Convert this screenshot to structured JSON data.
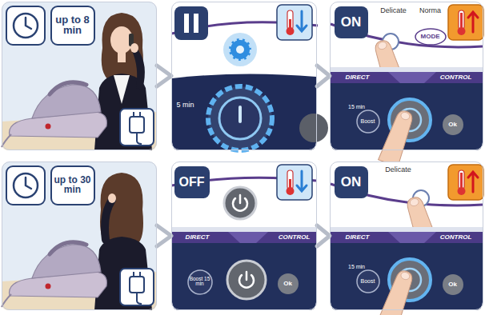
{
  "diagram": {
    "nodes": [
      {
        "text": [
          "up to 8 min"
        ]
      },
      {
        "text": [
          "5 min"
        ]
      },
      {
        "text": [
          "ON",
          "Delicate",
          "Norma",
          "MODE",
          "DIRECT",
          "CONTROL",
          "15 min",
          "Boost",
          "Ok"
        ]
      },
      {
        "text": [
          "up to 30 min"
        ]
      },
      {
        "text": [
          "OFF",
          "DIRECT",
          "CONTROL",
          "Boost 15 min",
          "Ok"
        ]
      },
      {
        "text": [
          "ON",
          "Delicate",
          "DIRECT",
          "CONTROL",
          "15 min",
          "Boost",
          "Ok"
        ]
      }
    ],
    "edges": [
      {
        "from": 0,
        "to": 1,
        "arrow": "to"
      },
      {
        "from": 1,
        "to": 2,
        "arrow": "to"
      },
      {
        "from": 3,
        "to": 4,
        "arrow": "to"
      },
      {
        "from": 4,
        "to": 5,
        "arrow": "to"
      }
    ]
  }
}
